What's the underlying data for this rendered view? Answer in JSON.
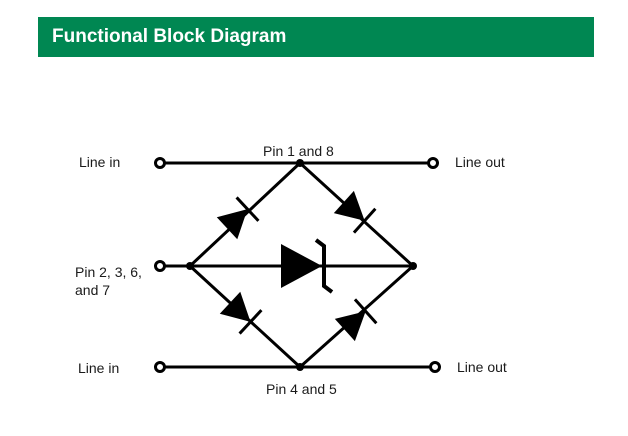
{
  "header": {
    "title": "Functional Block Diagram",
    "background_color": "#008752",
    "text_color": "#ffffff"
  },
  "diagram": {
    "labels": {
      "line_in_top": "Line in",
      "line_out_top": "Line out",
      "line_in_bottom": "Line in",
      "line_out_bottom": "Line out",
      "pin_top": "Pin 1 and 8",
      "pin_bottom": "Pin 4 and 5",
      "pin_left_line1": "Pin 2, 3, 6,",
      "pin_left_line2": "and 7"
    },
    "icons": [
      "diode-icon",
      "zener-diode-icon",
      "terminal-icon",
      "junction-dot-icon"
    ],
    "line_color": "#000000"
  }
}
